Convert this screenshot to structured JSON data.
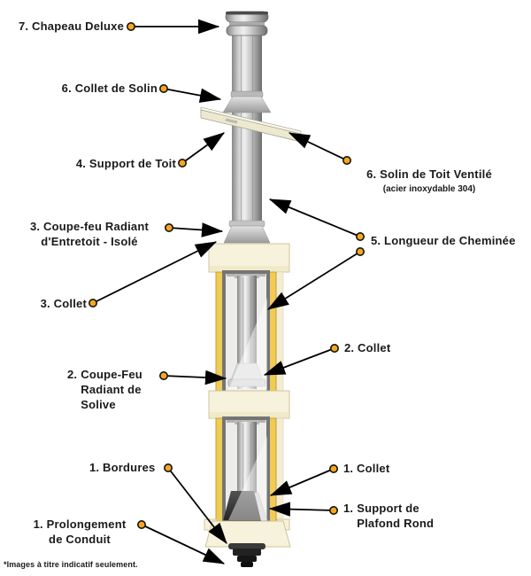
{
  "colors": {
    "dot": "#F5A81C",
    "dot_ring": "#141414",
    "arrow": "#000000",
    "text": "#1A1A1A",
    "wood": "#F0CC57",
    "cream": "#F7F2DB",
    "metal_light": "#F0F0F0",
    "metal_dark": "#6D6D6D"
  },
  "labels": {
    "chapeau": "7. Chapeau Deluxe",
    "collet_de_solin": "6. Collet de Solin",
    "support_de_toit": "4. Support de Toit",
    "solin_de_toit": "6. Solin de Toit Ventilé",
    "solin_de_toit_sub": "(acier inoxydable 304)",
    "coupe_feu_entretoit": "3. Coupe-feu Radiant\nd'Entretoit - Isolé",
    "collet_3": "3. Collet",
    "longueur_cheminee": "5. Longueur de Cheminée",
    "collet_2": "2. Collet",
    "coupe_feu_solive_num": "2.",
    "coupe_feu_solive": "Coupe-Feu\nRadiant de\nSolive",
    "bordures": "1. Bordures",
    "collet_1": "1. Collet",
    "support_plafond_num": "1.",
    "support_plafond": "Support de\nPlafond Rond",
    "prolongement": "1. Prolongement\nde Conduit",
    "footnote": "*Images à titre indicatif seulement."
  }
}
